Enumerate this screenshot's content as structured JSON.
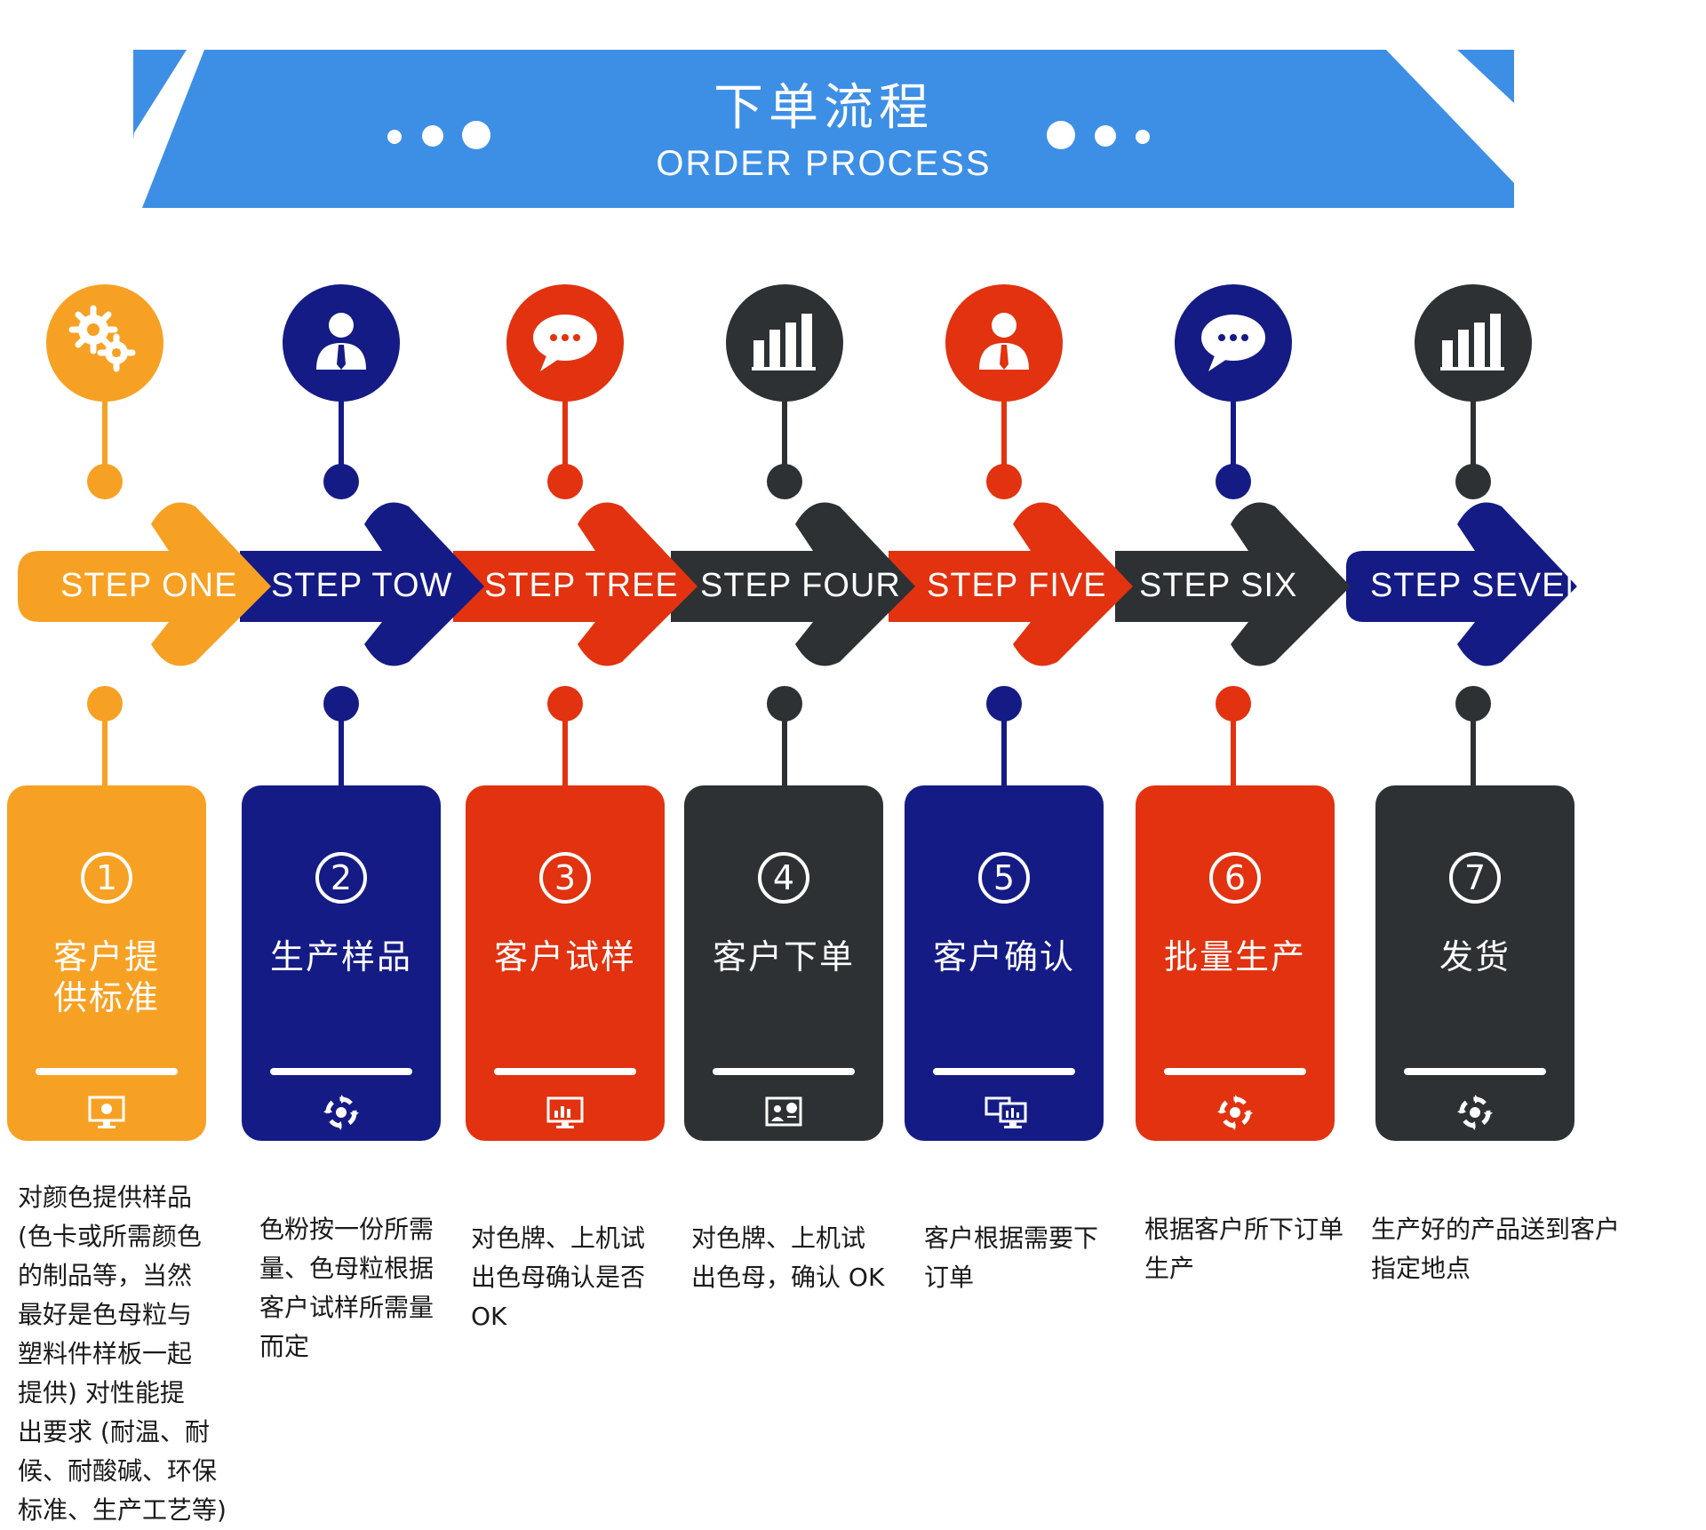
{
  "header": {
    "title": "下单流程",
    "subtitle": "ORDER PROCESS"
  },
  "colors": {
    "banner": "#3d8fe6",
    "orange": "#f7a124",
    "navy": "#151b85",
    "red": "#e2320f",
    "dark": "#2d3133"
  },
  "steps": [
    {
      "label": "STEP ONE",
      "number": "1",
      "title": "客户提\n供标准",
      "icon": "gears-icon",
      "card_icon": "monitor-icon",
      "color": "#f7a124",
      "desc": "对颜色提供样品\n(色卡或所需颜色\n的制品等，当然\n最好是色母粒与\n塑料件样板一起\n提供) 对性能提\n出要求 (耐温、耐\n候、耐酸碱、环保\n标准、生产工艺等)"
    },
    {
      "label": "STEP TOW",
      "number": "2",
      "title": "生产样品",
      "icon": "person-icon",
      "card_icon": "cycle-icon",
      "color": "#151b85",
      "desc": "色粉按一份所需\n量、色母粒根据\n客户试样所需量\n而定"
    },
    {
      "label": "STEP TREE",
      "number": "3",
      "title": "客户试样",
      "icon": "chat-bubble-icon",
      "card_icon": "chart-screen-icon",
      "color": "#e2320f",
      "desc": "对色牌、上机试\n出色母确认是否\nOK"
    },
    {
      "label": "STEP FOUR",
      "number": "4",
      "title": "客户下单",
      "icon": "bar-chart-icon",
      "card_icon": "presentation-icon",
      "color": "#2d3133",
      "desc": "对色牌、上机试\n出色母，确认 OK"
    },
    {
      "label": "STEP FIVE",
      "number": "5",
      "title": "客户确认",
      "icon": "person-icon",
      "card_icon": "monitors-icon",
      "color": "#e2320f",
      "card_color": "#151b85",
      "desc": "客户根据需要下\n订单"
    },
    {
      "label": "STEP SIX",
      "number": "6",
      "title": "批量生产",
      "icon": "chat-bubble-icon",
      "card_icon": "cycle-icon",
      "color": "#151b85",
      "card_color": "#e2320f",
      "desc": "根据客户所下订单\n生产"
    },
    {
      "label": "STEP SEVEN",
      "number": "7",
      "title": "发货",
      "icon": "bar-chart-icon",
      "card_icon": "cycle-icon",
      "color": "#2d3133",
      "desc": "生产好的产品送到客户\n指定地点"
    }
  ]
}
